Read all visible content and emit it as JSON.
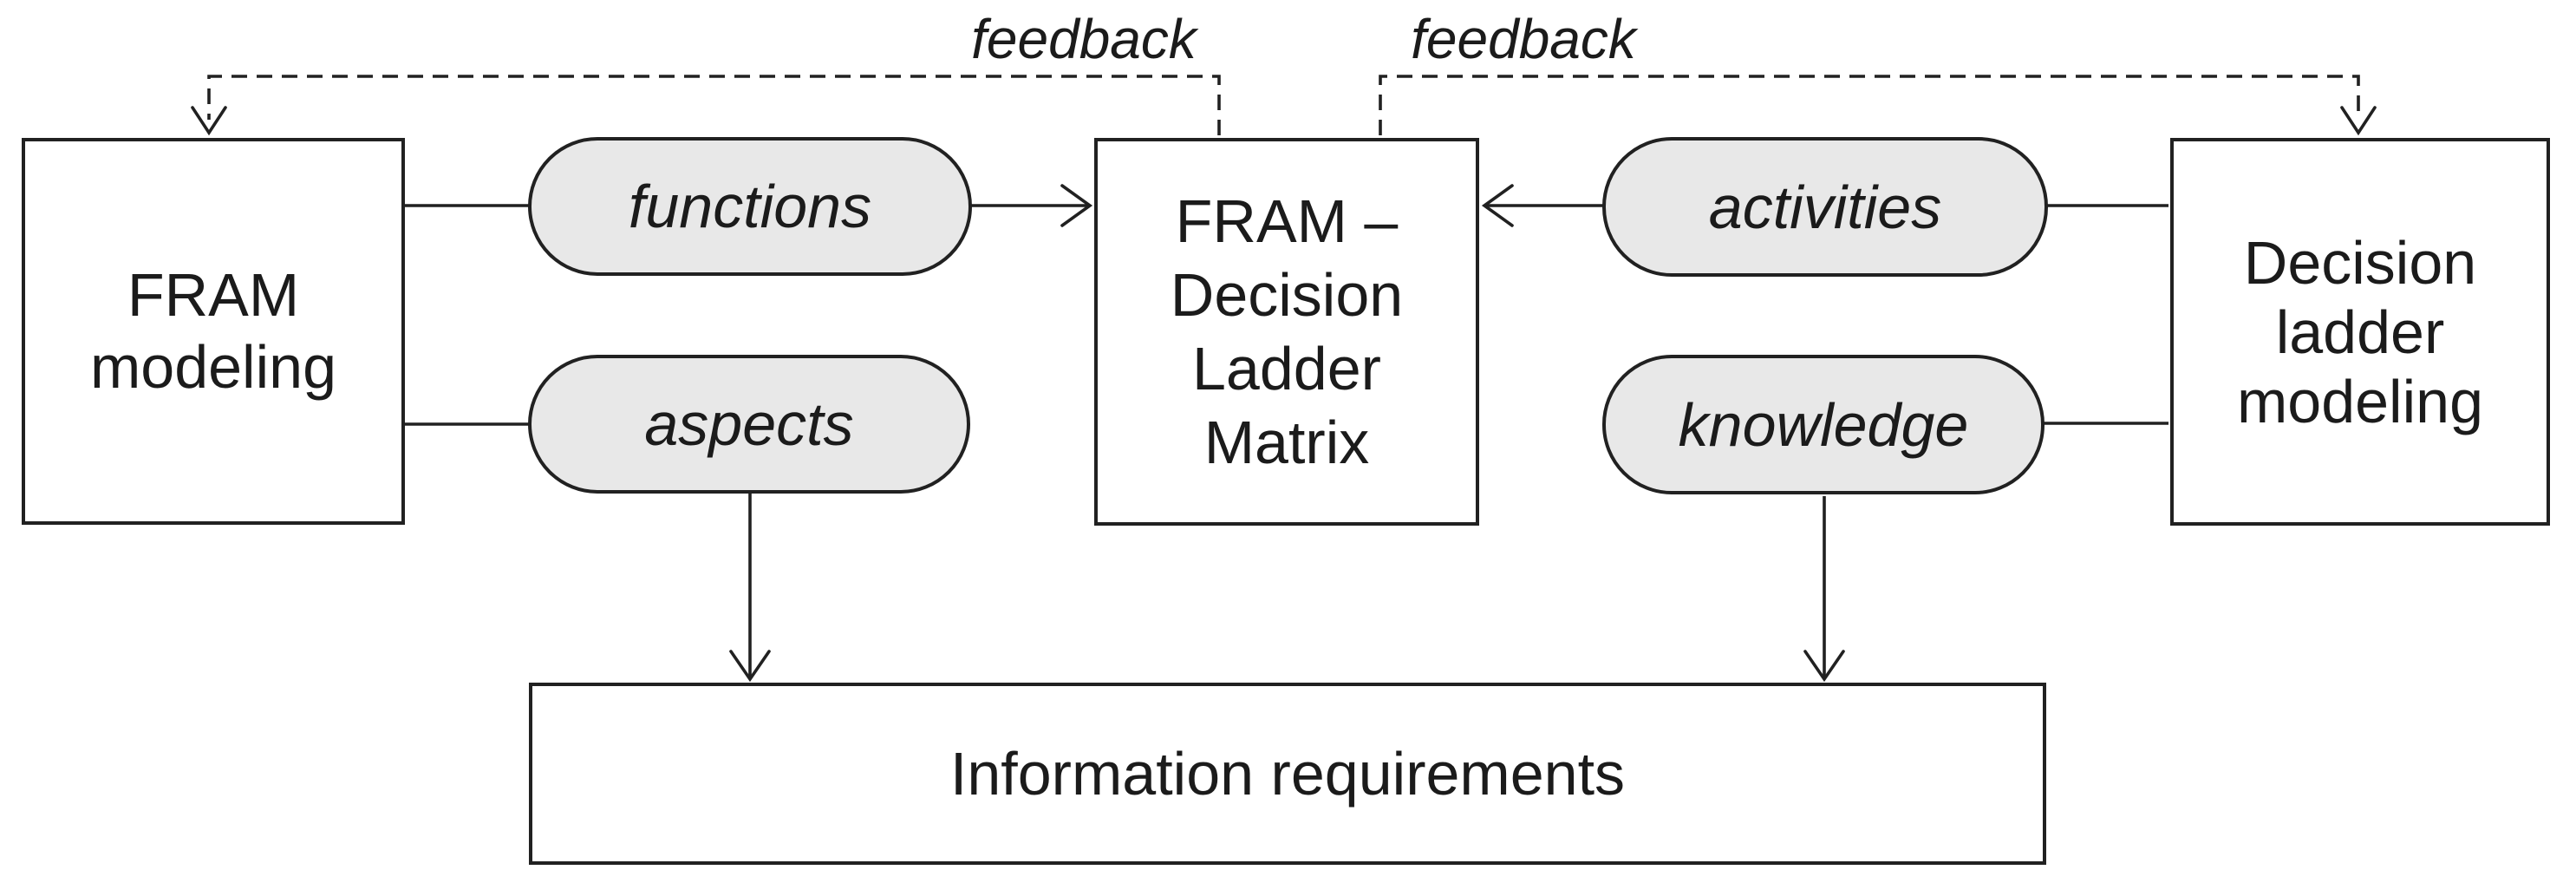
{
  "diagram": {
    "title": "FRAM - Decision Ladder Matrix information requirements flow",
    "colors": {
      "background": "#ffffff",
      "stroke": "#212121",
      "pill_fill": "#e8e8e8",
      "text": "#1b1b1b"
    },
    "nodes": {
      "fram_modeling": {
        "label": "FRAM\nmodeling"
      },
      "fram_decision_ladder_matrix": {
        "label": "FRAM –\nDecision\nLadder\nMatrix"
      },
      "decision_ladder_modeling": {
        "label": "Decision\nladder\nmodeling"
      },
      "information_requirements": {
        "label": "Information requirements"
      }
    },
    "pills": {
      "functions": {
        "label": "functions"
      },
      "aspects": {
        "label": "aspects"
      },
      "activities": {
        "label": "activities"
      },
      "knowledge": {
        "label": "knowledge"
      }
    },
    "annotations": {
      "feedback_left": {
        "label": "feedback"
      },
      "feedback_right": {
        "label": "feedback"
      }
    }
  }
}
